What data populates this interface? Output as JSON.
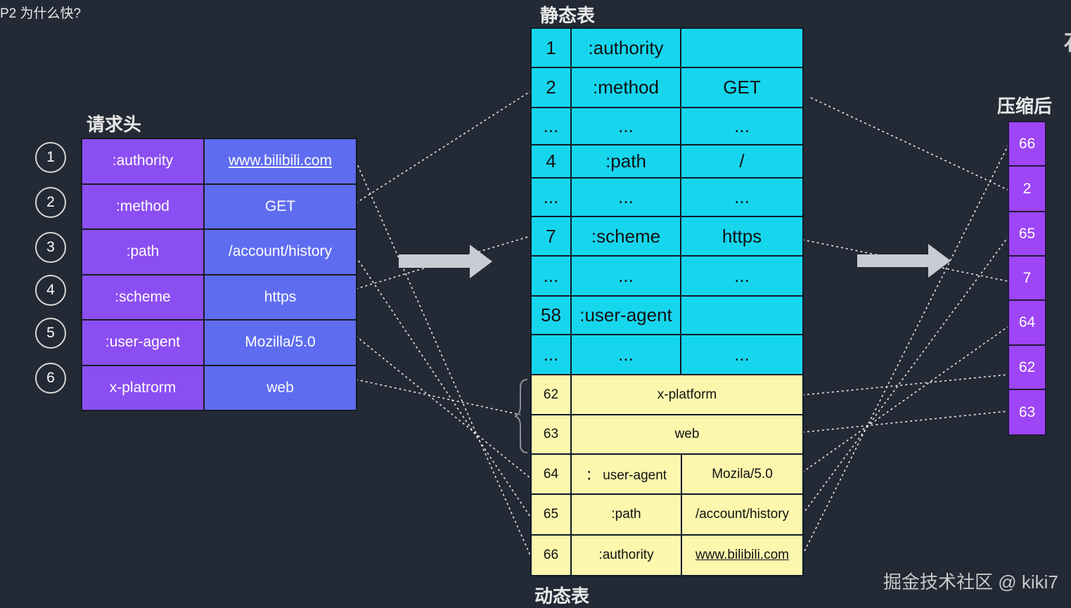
{
  "slide_title": "P2 为什么快?",
  "edge_char": "石",
  "headings": {
    "request_headers": "请求头",
    "static_table": "静态表",
    "dynamic_table": "动态表",
    "compressed": "压缩后"
  },
  "request_rows": [
    {
      "num": "1",
      "key": ":authority",
      "value": "www.bilibili.com"
    },
    {
      "num": "2",
      "key": ":method",
      "value": "GET"
    },
    {
      "num": "3",
      "key": ":path",
      "value": "/account/history"
    },
    {
      "num": "4",
      "key": ":scheme",
      "value": "https"
    },
    {
      "num": "5",
      "key": ":user-agent",
      "value": "Mozilla/5.0"
    },
    {
      "num": "6",
      "key": "x-platrorm",
      "value": "web"
    }
  ],
  "static_rows": [
    {
      "idx": "1",
      "name": ":authority",
      "value": ""
    },
    {
      "idx": "2",
      "name": ":method",
      "value": "GET"
    },
    {
      "idx": "...",
      "name": "...",
      "value": "..."
    },
    {
      "idx": "4",
      "name": ":path",
      "value": "/"
    },
    {
      "idx": "...",
      "name": "...",
      "value": "..."
    },
    {
      "idx": "7",
      "name": ":scheme",
      "value": "https"
    },
    {
      "idx": "...",
      "name": "...",
      "value": "..."
    },
    {
      "idx": "58",
      "name": ":user-agent",
      "value": ""
    },
    {
      "idx": "...",
      "name": "...",
      "value": "..."
    }
  ],
  "dynamic_rows": [
    {
      "idx": "62",
      "name": "x-platform",
      "value": ""
    },
    {
      "idx": "63",
      "name": "web",
      "value": ""
    },
    {
      "idx": "64",
      "name": "：  user-agent",
      "value": "Mozila/5.0"
    },
    {
      "idx": "65",
      "name": ":path",
      "value": "/account/history"
    },
    {
      "idx": "66",
      "name": ":authority",
      "value": "www.bilibili.com"
    }
  ],
  "compressed": [
    "66",
    "2",
    "65",
    "7",
    "64",
    "62",
    "63"
  ],
  "watermark": "掘金技术社区 @ kiki7",
  "colors": {
    "background": "#232a35",
    "request_key": "#8b4ef2",
    "request_value": "#5e6cf0",
    "static_table": "#16d6ee",
    "dynamic_table": "#fdf7ae",
    "compressed": "#9e45f5"
  }
}
